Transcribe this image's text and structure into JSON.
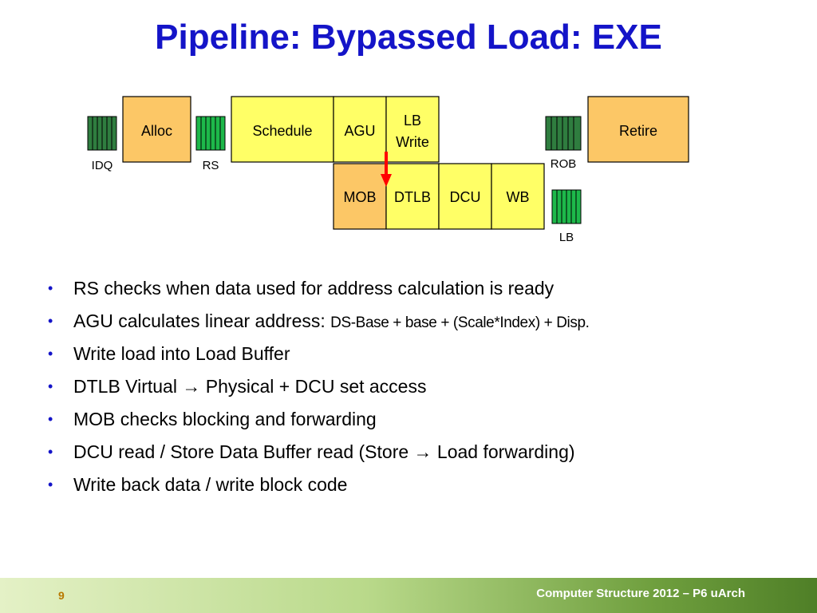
{
  "slide": {
    "title": "Pipeline: Bypassed Load: EXE",
    "page_number": "9",
    "footer_text": "Computer Structure 2012 – P6 uArch"
  },
  "diagram": {
    "stages_top": [
      "Alloc",
      "Schedule",
      "AGU",
      "LB",
      "Write",
      "Retire"
    ],
    "stages_bottom": [
      "MOB",
      "DTLB",
      "DCU",
      "WB"
    ],
    "buffers": [
      "IDQ",
      "RS",
      "ROB",
      "LB"
    ],
    "colors": {
      "orange_stage": "#fcc766",
      "yellow_stage": "#ffff66",
      "buffer_dark": "#2f7d3f",
      "buffer_light": "#1db84a",
      "arrow": "#ff0000"
    }
  },
  "bullets": [
    {
      "text": "RS checks when data used for address calculation is ready"
    },
    {
      "text": "AGU calculates linear address: ",
      "small": "DS-Base + base + (Scale*Index) + Disp."
    },
    {
      "text": "Write load into Load Buffer"
    },
    {
      "text": "DTLB Virtual → Physical + DCU set access"
    },
    {
      "text": "MOB checks blocking and forwarding"
    },
    {
      "text": "DCU read / Store Data Buffer read (Store → Load forwarding)"
    },
    {
      "text": "Write back data / write block code"
    }
  ]
}
